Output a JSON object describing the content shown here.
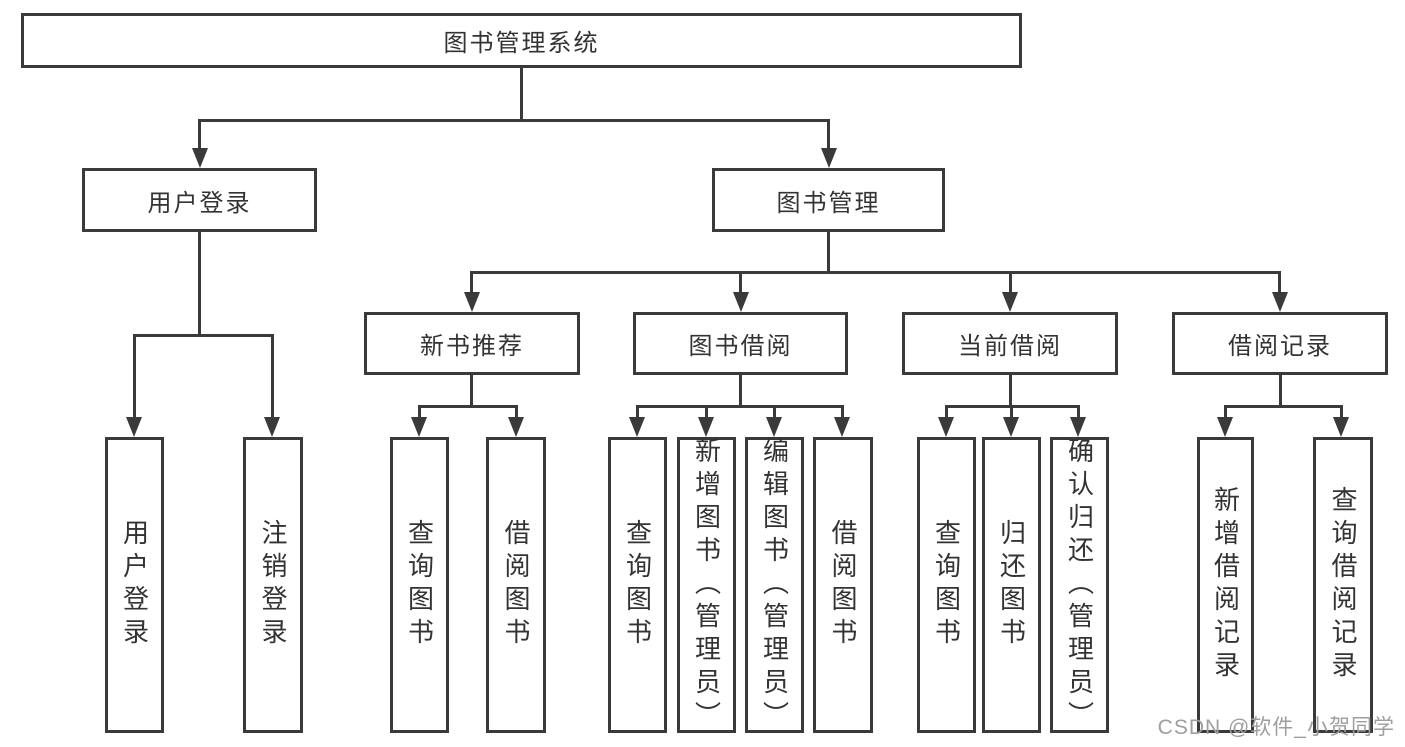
{
  "tree": {
    "root": {
      "label": "图书管理系统"
    },
    "level2": [
      {
        "label": "用户登录",
        "leaves": [
          {
            "label": "用户登录"
          },
          {
            "label": "注销登录"
          }
        ]
      },
      {
        "label": "图书管理",
        "groups": [
          {
            "label": "新书推荐",
            "leaves": [
              {
                "label": "查询图书"
              },
              {
                "label": "借阅图书"
              }
            ]
          },
          {
            "label": "图书借阅",
            "leaves": [
              {
                "label": "查询图书"
              },
              {
                "label": "新增图书（管理员）"
              },
              {
                "label": "编辑图书（管理员）"
              },
              {
                "label": "借阅图书"
              }
            ]
          },
          {
            "label": "当前借阅",
            "leaves": [
              {
                "label": "查询图书"
              },
              {
                "label": "归还图书"
              },
              {
                "label": "确认归还（管理员）"
              }
            ]
          },
          {
            "label": "借阅记录",
            "leaves": [
              {
                "label": "新增借阅记录"
              },
              {
                "label": "查询借阅记录"
              }
            ]
          }
        ]
      }
    ]
  },
  "watermark": {
    "text": "CSDN @软件_小贺同学"
  },
  "colors": {
    "line": "#3a3a3a",
    "text": "#333333",
    "watermark": "#9e9e9e",
    "background": "#ffffff"
  }
}
